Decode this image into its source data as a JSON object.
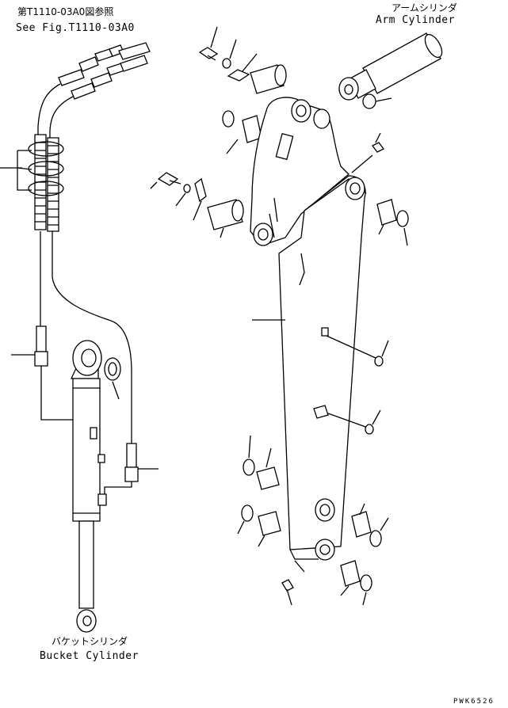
{
  "labels": {
    "ref_jp": "第T1110-03A0図参照",
    "ref_en": "See Fig.T1110-03A0",
    "arm_cyl_jp": "アームシリンダ",
    "arm_cyl_en": "Arm Cylinder",
    "bucket_cyl_jp": "バケットシリンダ",
    "bucket_cyl_en": "Bucket Cylinder",
    "drawing_code": "PWK6526"
  }
}
